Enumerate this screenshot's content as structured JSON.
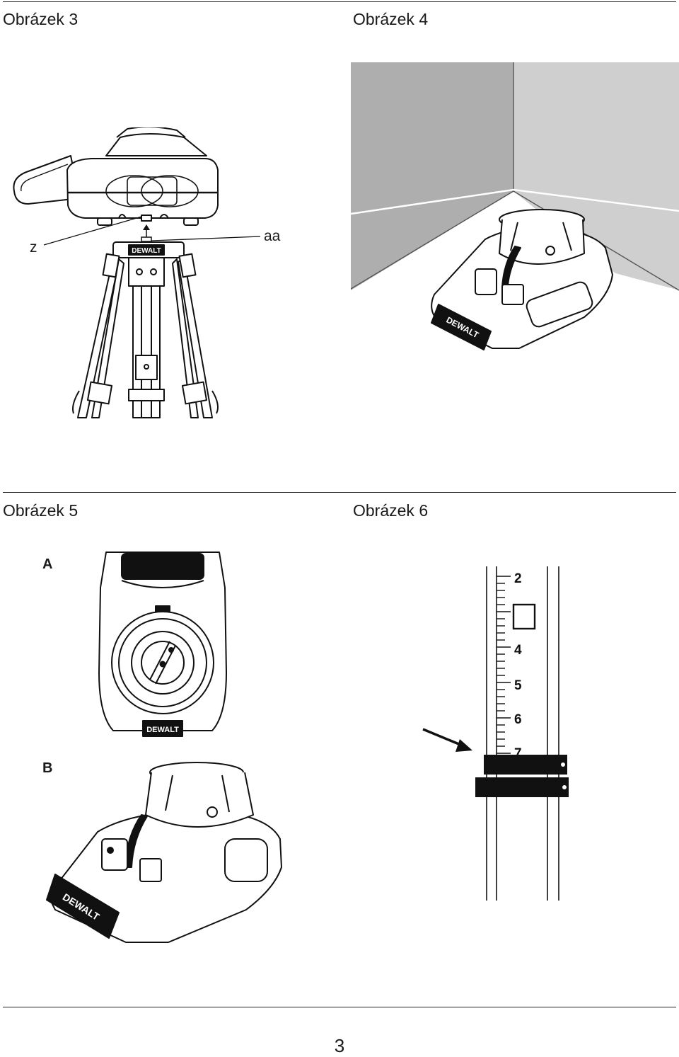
{
  "figures": [
    {
      "caption": "Obrázek 3",
      "labels": {
        "left": "z",
        "right": "aa"
      },
      "brand": "DEWALT"
    },
    {
      "caption": "Obrázek 4",
      "brand": "DEWALT"
    },
    {
      "caption": "Obrázek 5",
      "labels": {
        "top": "A",
        "bottom": "B"
      },
      "brand": "DEWALT"
    },
    {
      "caption": "Obrázek 6",
      "scale_numbers": [
        "2",
        "4",
        "5",
        "6",
        "7"
      ]
    }
  ],
  "page_number": "3"
}
